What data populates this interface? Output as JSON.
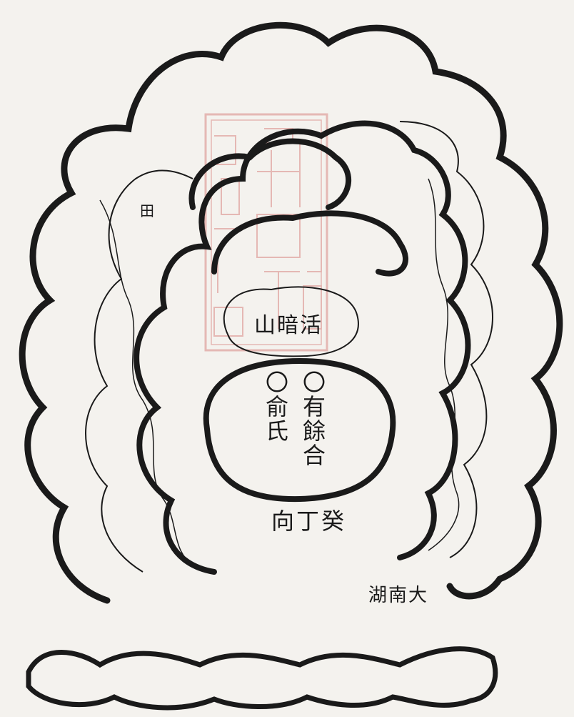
{
  "figure": {
    "label_field": "田",
    "label_mountain": "山暗活",
    "grave_column_right": "〇有餘合",
    "grave_column_left": "〇俞氏",
    "label_orientation": "向丁癸",
    "label_lake": "湖南大"
  },
  "seal": {
    "color": "#d98a86",
    "shape": "square-seal-stamp"
  },
  "colors": {
    "ink": "#1a1a1a",
    "paper": "#f4f2ee"
  }
}
